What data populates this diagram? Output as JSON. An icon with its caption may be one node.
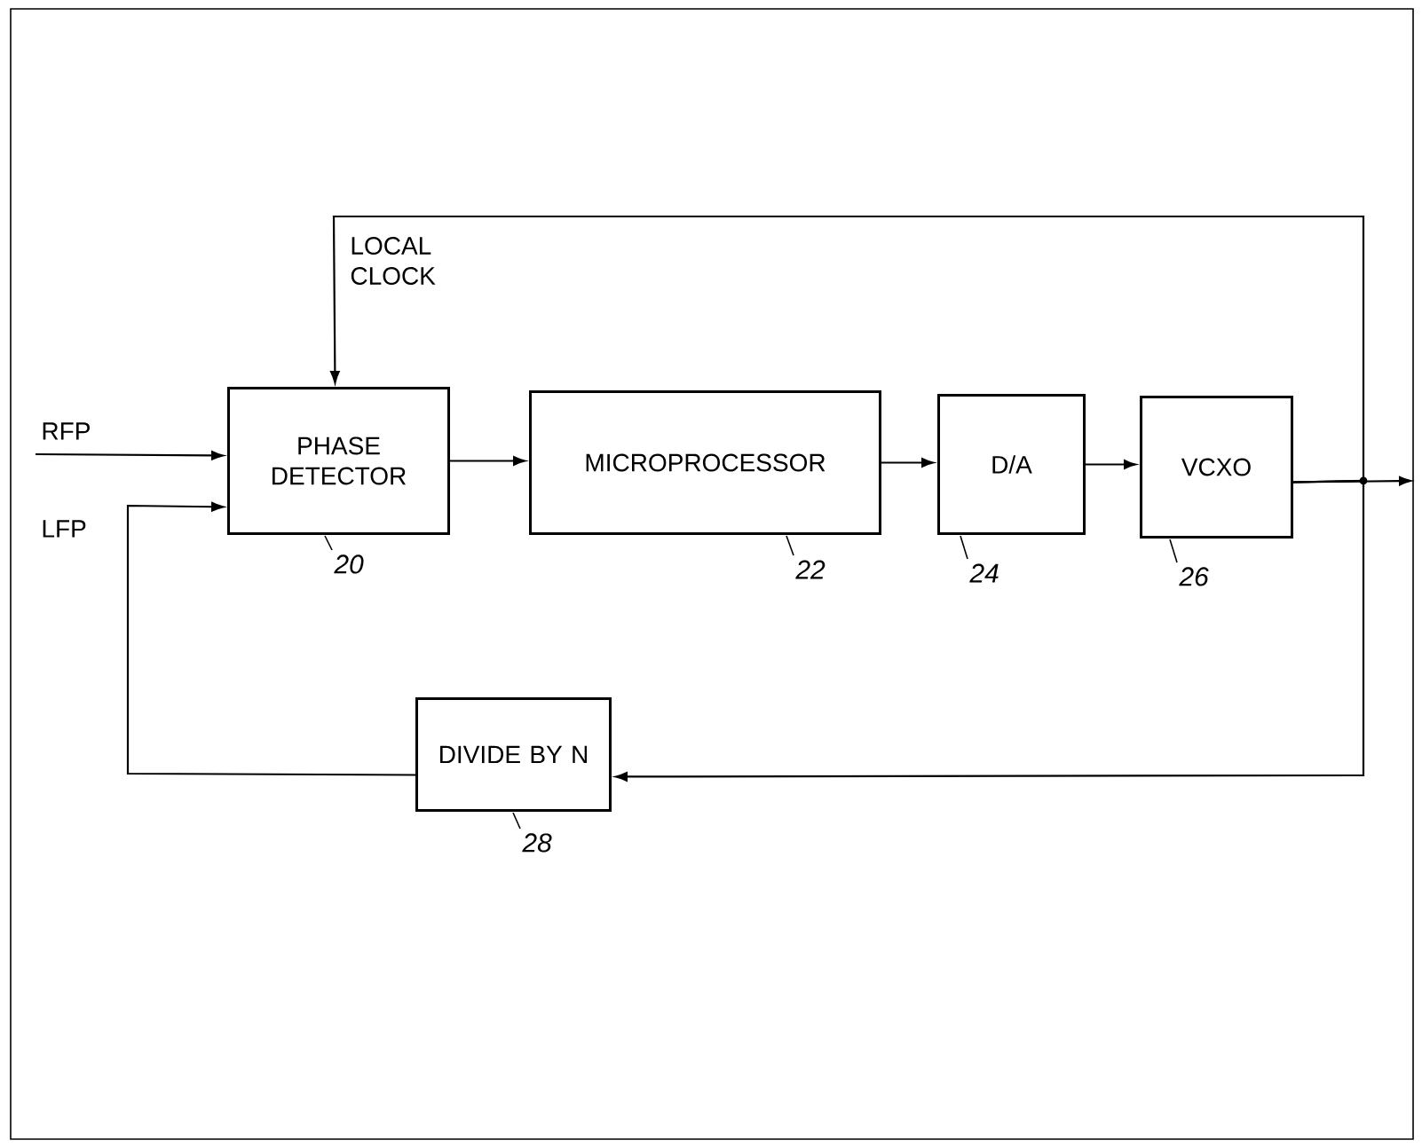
{
  "diagram": {
    "nodes": [
      {
        "text": [
          "PHASE DETECTOR"
        ],
        "beside": [
          "20"
        ]
      },
      {
        "text": [
          "MICROPROCESSOR"
        ],
        "beside": [
          "22"
        ]
      },
      {
        "text": [
          "D/A"
        ],
        "beside": [
          "24"
        ]
      },
      {
        "text": [
          "VCXO"
        ],
        "beside": [
          "26"
        ]
      },
      {
        "text": [
          "DIVIDE BY N"
        ],
        "beside": [
          "28"
        ]
      }
    ],
    "edges": [
      {
        "from": null,
        "to": 0,
        "arrow": "to",
        "label": "RFP"
      },
      {
        "from": 4,
        "to": 0,
        "arrow": "to",
        "label": "LFP"
      },
      {
        "from": 3,
        "to": 0,
        "arrow": "to",
        "label": "LOCAL CLOCK"
      },
      {
        "from": 0,
        "to": 1,
        "arrow": "to"
      },
      {
        "from": 1,
        "to": 2,
        "arrow": "to"
      },
      {
        "from": 2,
        "to": 3,
        "arrow": "to"
      },
      {
        "from": 3,
        "to": null,
        "arrow": "to"
      },
      {
        "from": 3,
        "to": 4,
        "arrow": "to"
      }
    ]
  }
}
